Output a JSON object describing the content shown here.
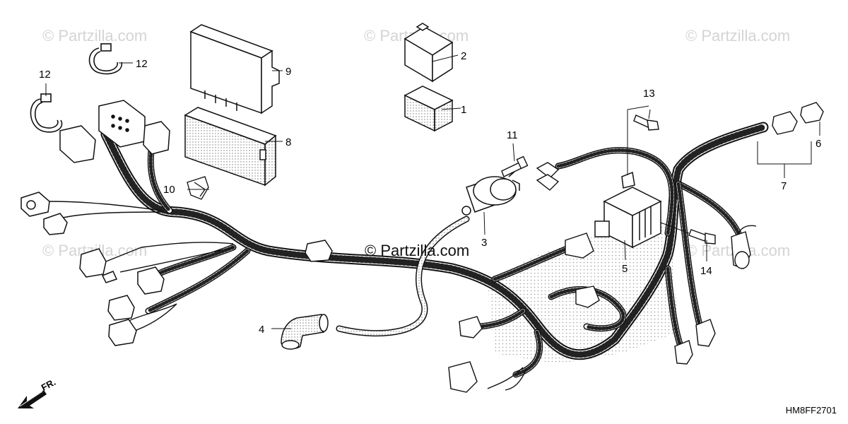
{
  "watermarks": {
    "corner": "© Partzilla.com",
    "center": "© Partzilla.com"
  },
  "diagram_code": "HM8FF2701",
  "front_marker": "FR.",
  "callouts": {
    "c1": "1",
    "c2": "2",
    "c3": "3",
    "c4": "4",
    "c5": "5",
    "c6": "6",
    "c7": "7",
    "c8": "8",
    "c9": "9",
    "c10": "10",
    "c11": "11",
    "c12a": "12",
    "c12b": "12",
    "c13": "13",
    "c14": "14"
  },
  "colors": {
    "ink": "#111111",
    "stipple": "#9a9a9a",
    "watermark": "#d4d4d4"
  }
}
